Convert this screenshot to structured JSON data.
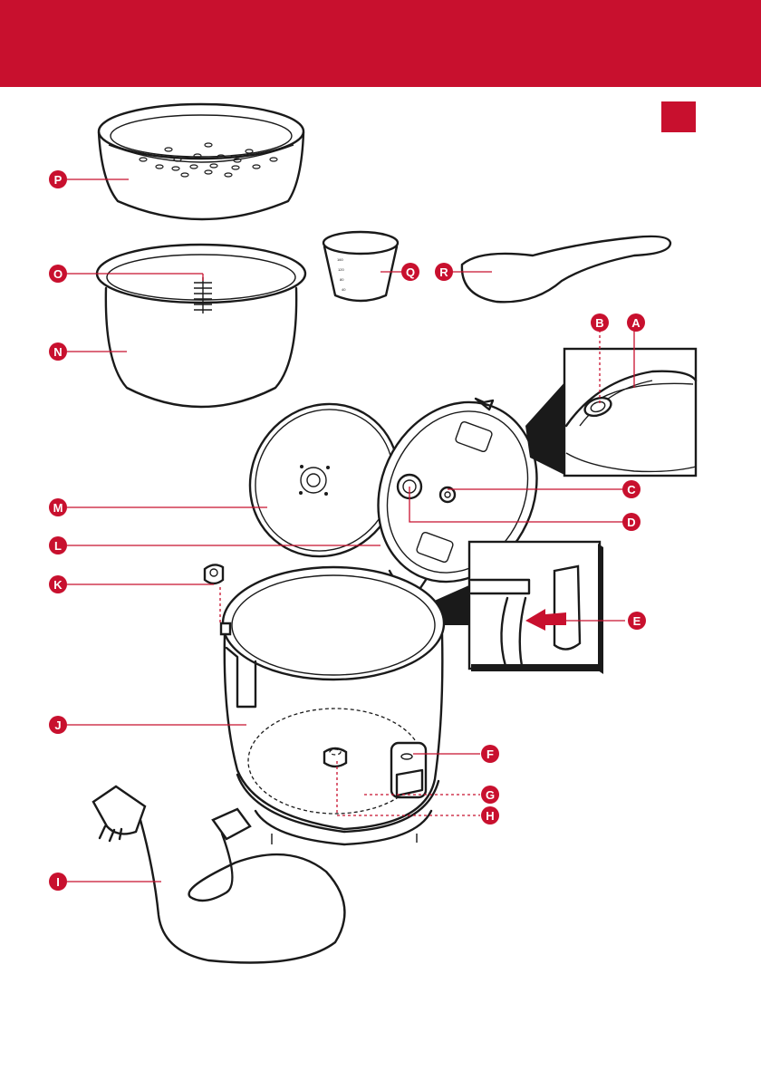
{
  "colors": {
    "accent": "#c8102e",
    "ink": "#1a1a1a",
    "background": "#ffffff"
  },
  "callouts": [
    {
      "id": "A",
      "text": "A"
    },
    {
      "id": "B",
      "text": "B"
    },
    {
      "id": "C",
      "text": "C"
    },
    {
      "id": "D",
      "text": "D"
    },
    {
      "id": "E",
      "text": "E"
    },
    {
      "id": "F",
      "text": "F"
    },
    {
      "id": "G",
      "text": "G"
    },
    {
      "id": "H",
      "text": "H"
    },
    {
      "id": "I",
      "text": "I"
    },
    {
      "id": "J",
      "text": "J"
    },
    {
      "id": "K",
      "text": "K"
    },
    {
      "id": "L",
      "text": "L"
    },
    {
      "id": "M",
      "text": "M"
    },
    {
      "id": "N",
      "text": "N"
    },
    {
      "id": "O",
      "text": "O"
    },
    {
      "id": "P",
      "text": "P"
    },
    {
      "id": "Q",
      "text": "Q"
    },
    {
      "id": "R",
      "text": "R"
    }
  ],
  "measuring_cup_marks": [
    "160",
    "120",
    "80",
    "40"
  ]
}
